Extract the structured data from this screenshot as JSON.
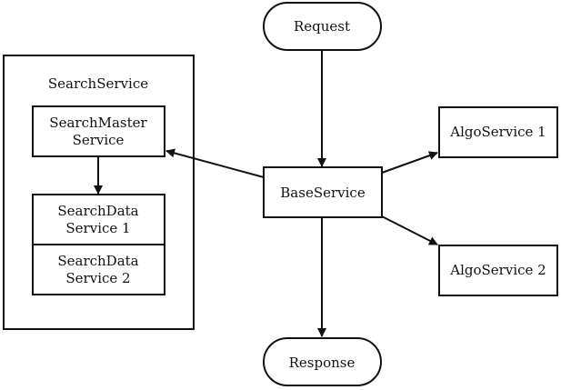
{
  "diagram": {
    "request": "Request",
    "response": "Response",
    "base_service": "BaseService",
    "algo_service_1": "AlgoService 1",
    "algo_service_2": "AlgoService 2",
    "search_service": {
      "title": "SearchService",
      "master_line1": "SearchMaster",
      "master_line2": "Service",
      "data1_line1": "SearchData",
      "data1_line2": "Service 1",
      "data2_line1": "SearchData",
      "data2_line2": "Service 2"
    }
  }
}
